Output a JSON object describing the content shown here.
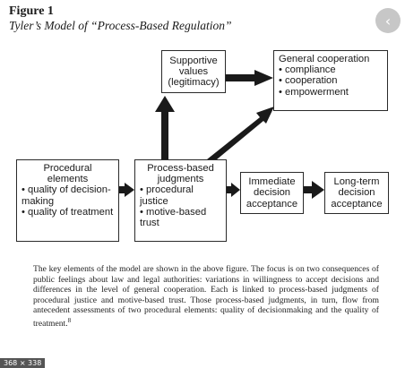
{
  "figure": {
    "label": "Figure 1",
    "title": "Tyler’s Model of “Process-Based Regulation”"
  },
  "controls": {
    "close_icon": "close-icon",
    "close_glyph": "‹"
  },
  "boxes": {
    "supportive": {
      "lines": [
        "Supportive",
        "values",
        "(legitimacy)"
      ]
    },
    "general": {
      "heading": "General cooperation",
      "items": [
        "compliance",
        "cooperation",
        "empowerment"
      ]
    },
    "procedural": {
      "lines": [
        "Procedural",
        "elements"
      ],
      "items": [
        "quality of decision-making",
        "quality of treatment"
      ]
    },
    "judgments": {
      "lines": [
        "Process-based",
        "judgments"
      ],
      "items": [
        "procedural justice",
        "motive-based trust"
      ]
    },
    "immediate": {
      "lines": [
        "Immediate",
        "decision",
        "acceptance"
      ]
    },
    "longterm": {
      "lines": [
        "Long-term",
        "decision",
        "acceptance"
      ]
    }
  },
  "caption": "The key elements of the model are shown in the above figure. The focus is on two consequences of public feelings about law and legal authorities: variations in willingness to accept decisions and differences in the level of general cooperation. Each is linked to process-based judgments of procedural justice and motive-based trust. Those process-based judgments, in turn, flow from antecedent assessments of two procedural elements: quality of decisionmaking and the quality of treatment.",
  "caption_footnote": "8",
  "image_size_badge": "368 × 338"
}
